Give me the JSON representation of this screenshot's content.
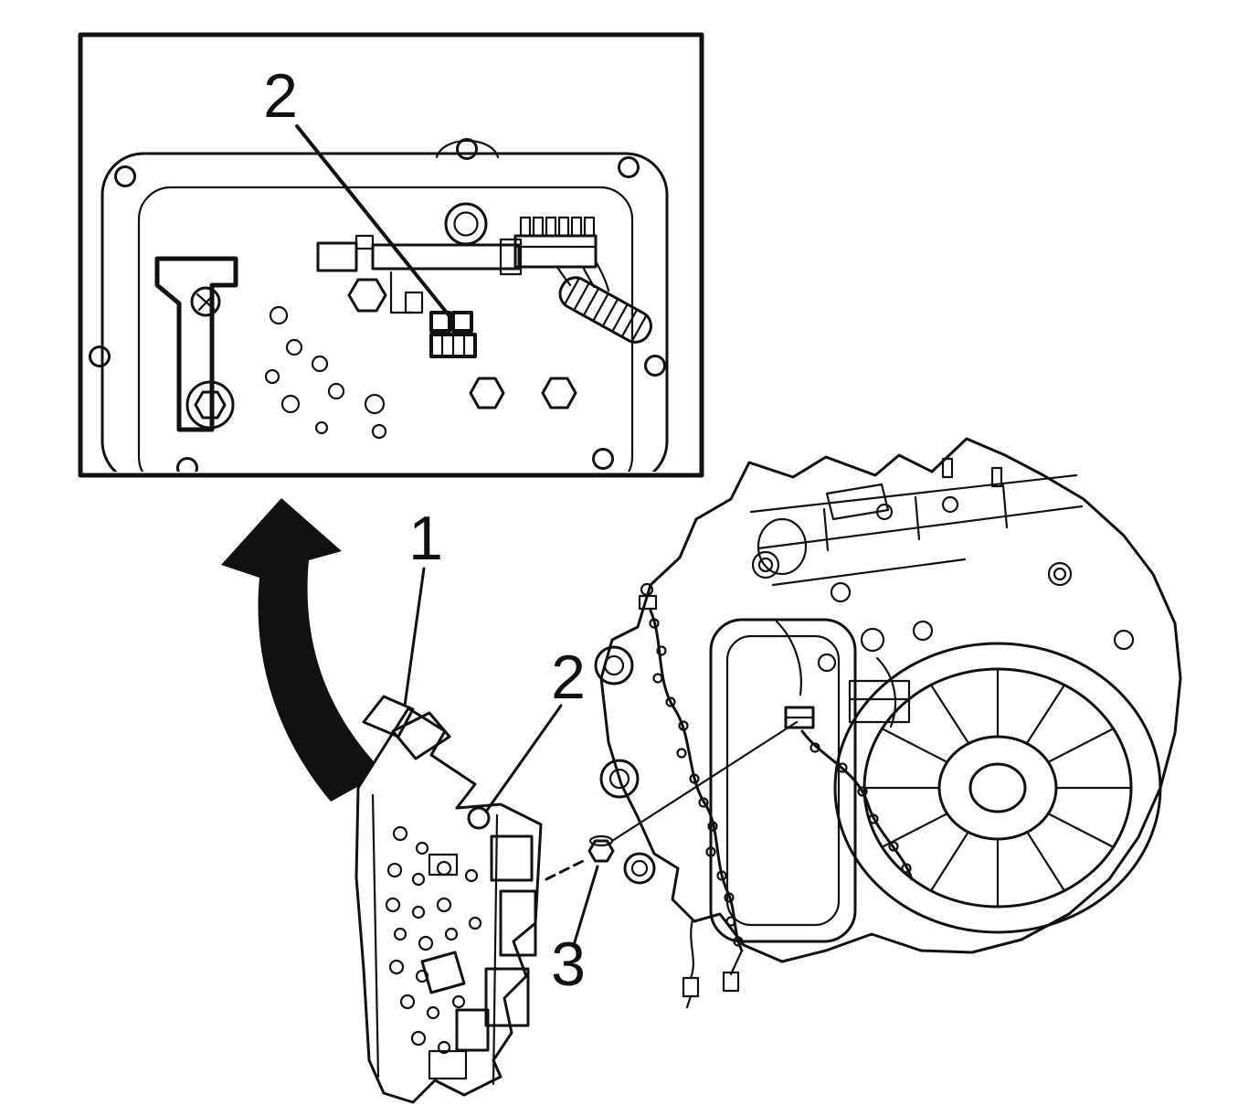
{
  "diagram": {
    "background_color": "#ffffff",
    "line_color": "#111111",
    "inset": {
      "callout_2_label": "2"
    },
    "main": {
      "callout_1_label": "1",
      "callout_2_label": "2",
      "callout_3_label": "3"
    }
  }
}
